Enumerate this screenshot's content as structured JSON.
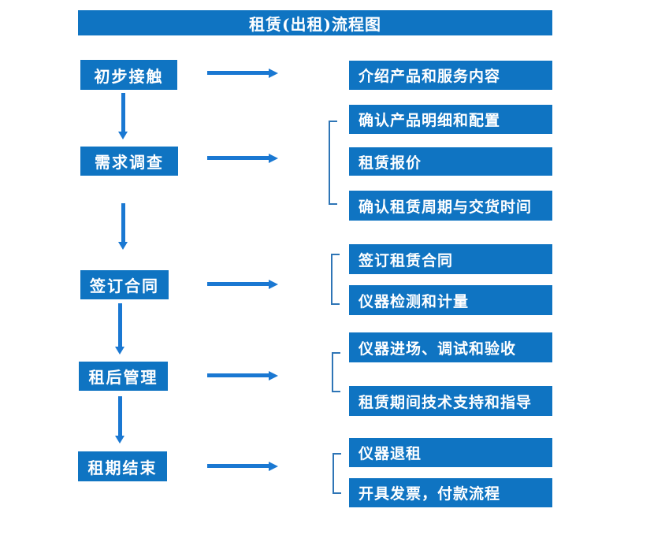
{
  "title": "租赁(出租)流程图",
  "colors": {
    "box_blue": "#0f74c2",
    "arrow_blue": "#1a78d2",
    "bracket_blue": "#2e75b6",
    "text_white": "#ffffff"
  },
  "steps": [
    {
      "label": "初步接触",
      "details": [
        "介绍产品和服务内容"
      ]
    },
    {
      "label": "需求调查",
      "details": [
        "确认产品明细和配置",
        "租赁报价",
        "确认租赁周期与交货时间"
      ]
    },
    {
      "label": "签订合同",
      "details": [
        "签订租赁合同",
        "仪器检测和计量"
      ]
    },
    {
      "label": "租后管理",
      "details": [
        "仪器进场、调试和验收",
        "租赁期间技术支持和指导"
      ]
    },
    {
      "label": "租期结束",
      "details": [
        "仪器退租",
        "开具发票，付款流程"
      ]
    }
  ]
}
